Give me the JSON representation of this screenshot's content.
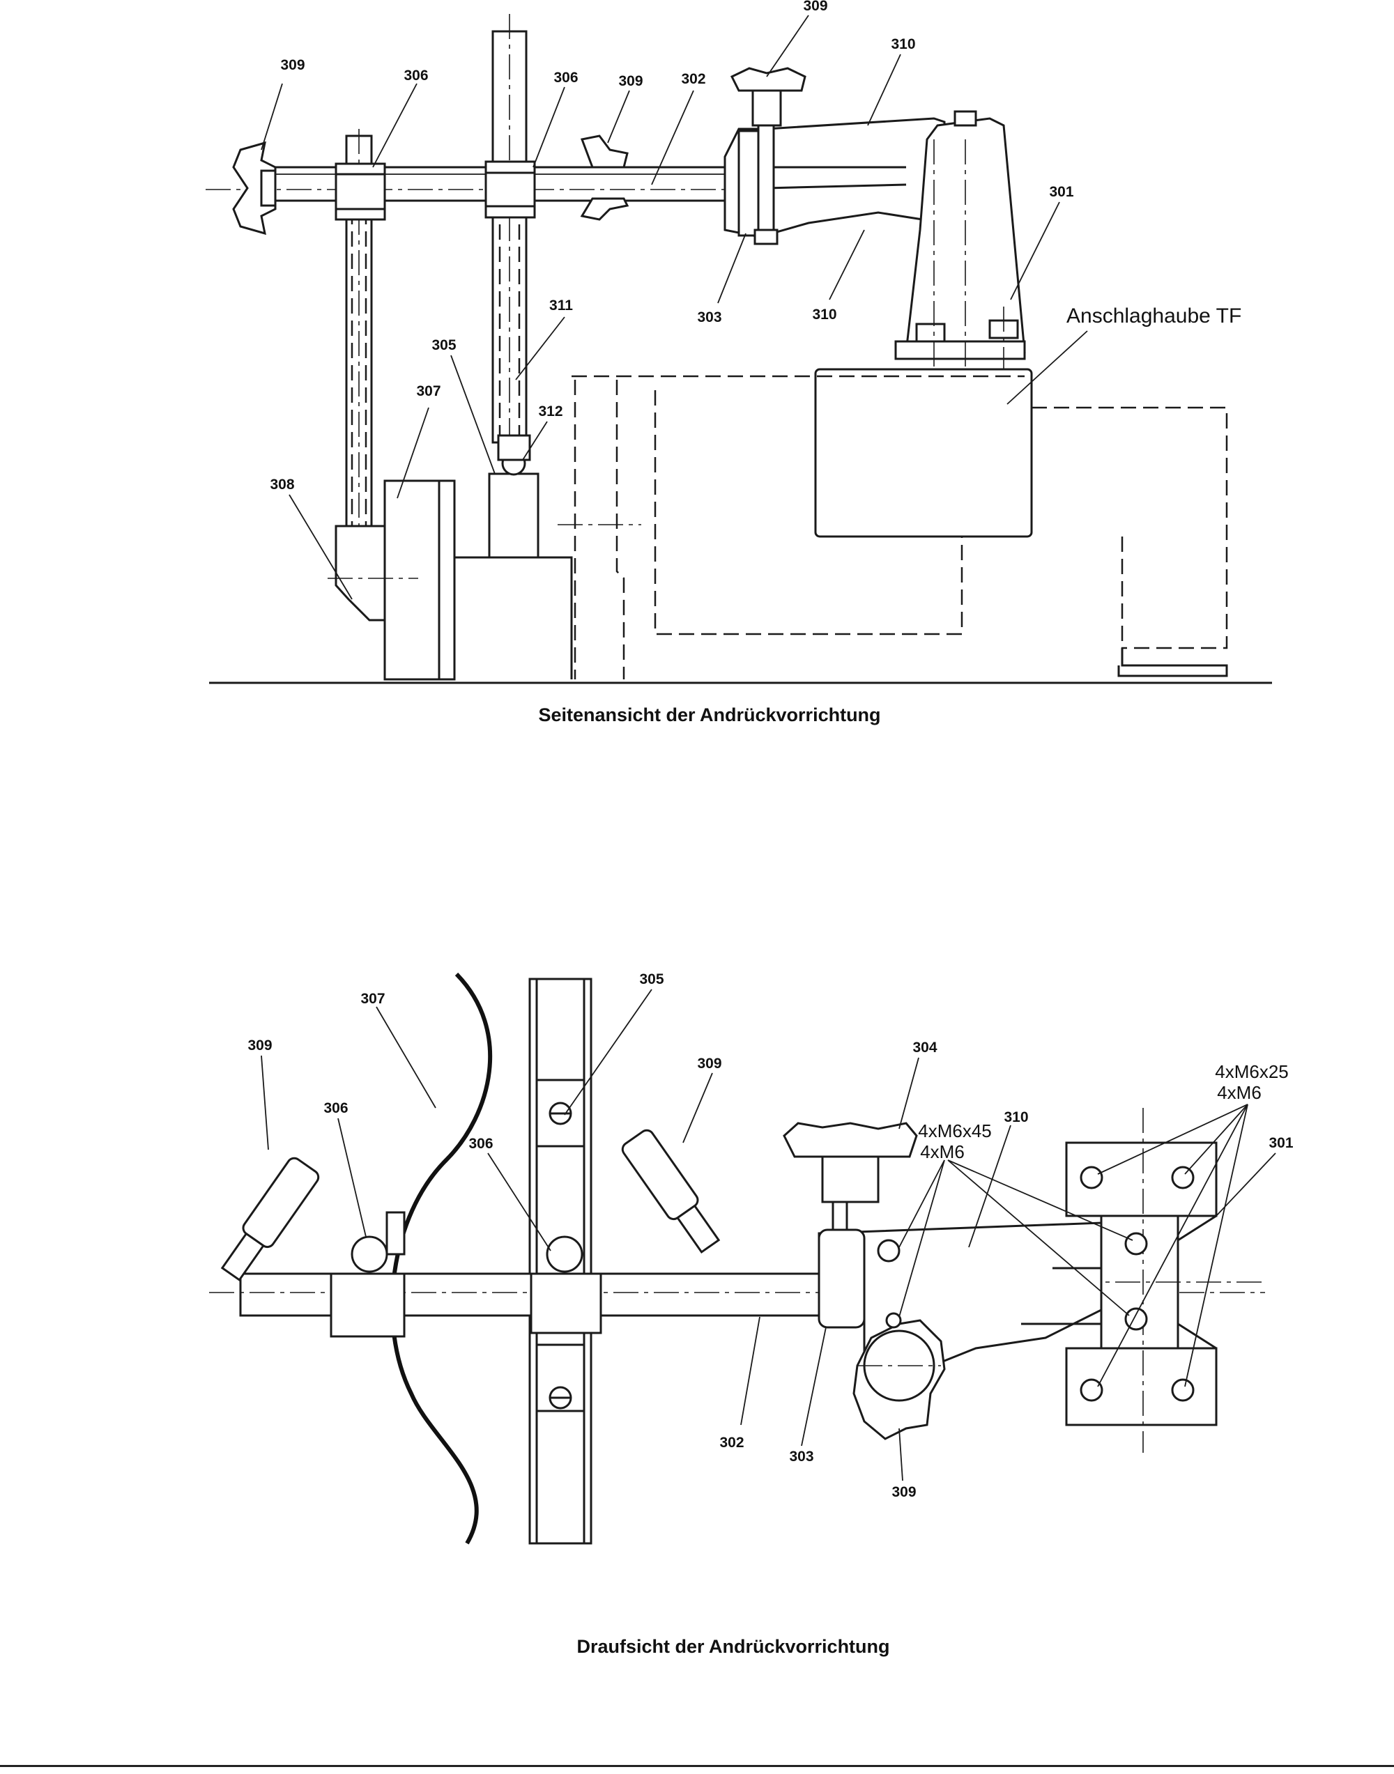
{
  "figures": [
    {
      "id": "side-view",
      "caption": "Seitenansicht der Andrückvorrichtung",
      "note": "Anschlaghaube TF",
      "part_labels": [
        "309",
        "309",
        "306",
        "306",
        "309",
        "302",
        "310",
        "301",
        "303",
        "310",
        "311",
        "305",
        "307",
        "312",
        "308"
      ]
    },
    {
      "id": "top-view",
      "caption": "Draufsicht der Andrückvorrichtung",
      "notes": [
        "4xM6x45",
        "4xM6",
        "4xM6x25",
        "4xM6"
      ],
      "part_labels": [
        "305",
        "307",
        "309",
        "309",
        "304",
        "306",
        "306",
        "310",
        "301",
        "302",
        "303",
        "309"
      ]
    }
  ]
}
